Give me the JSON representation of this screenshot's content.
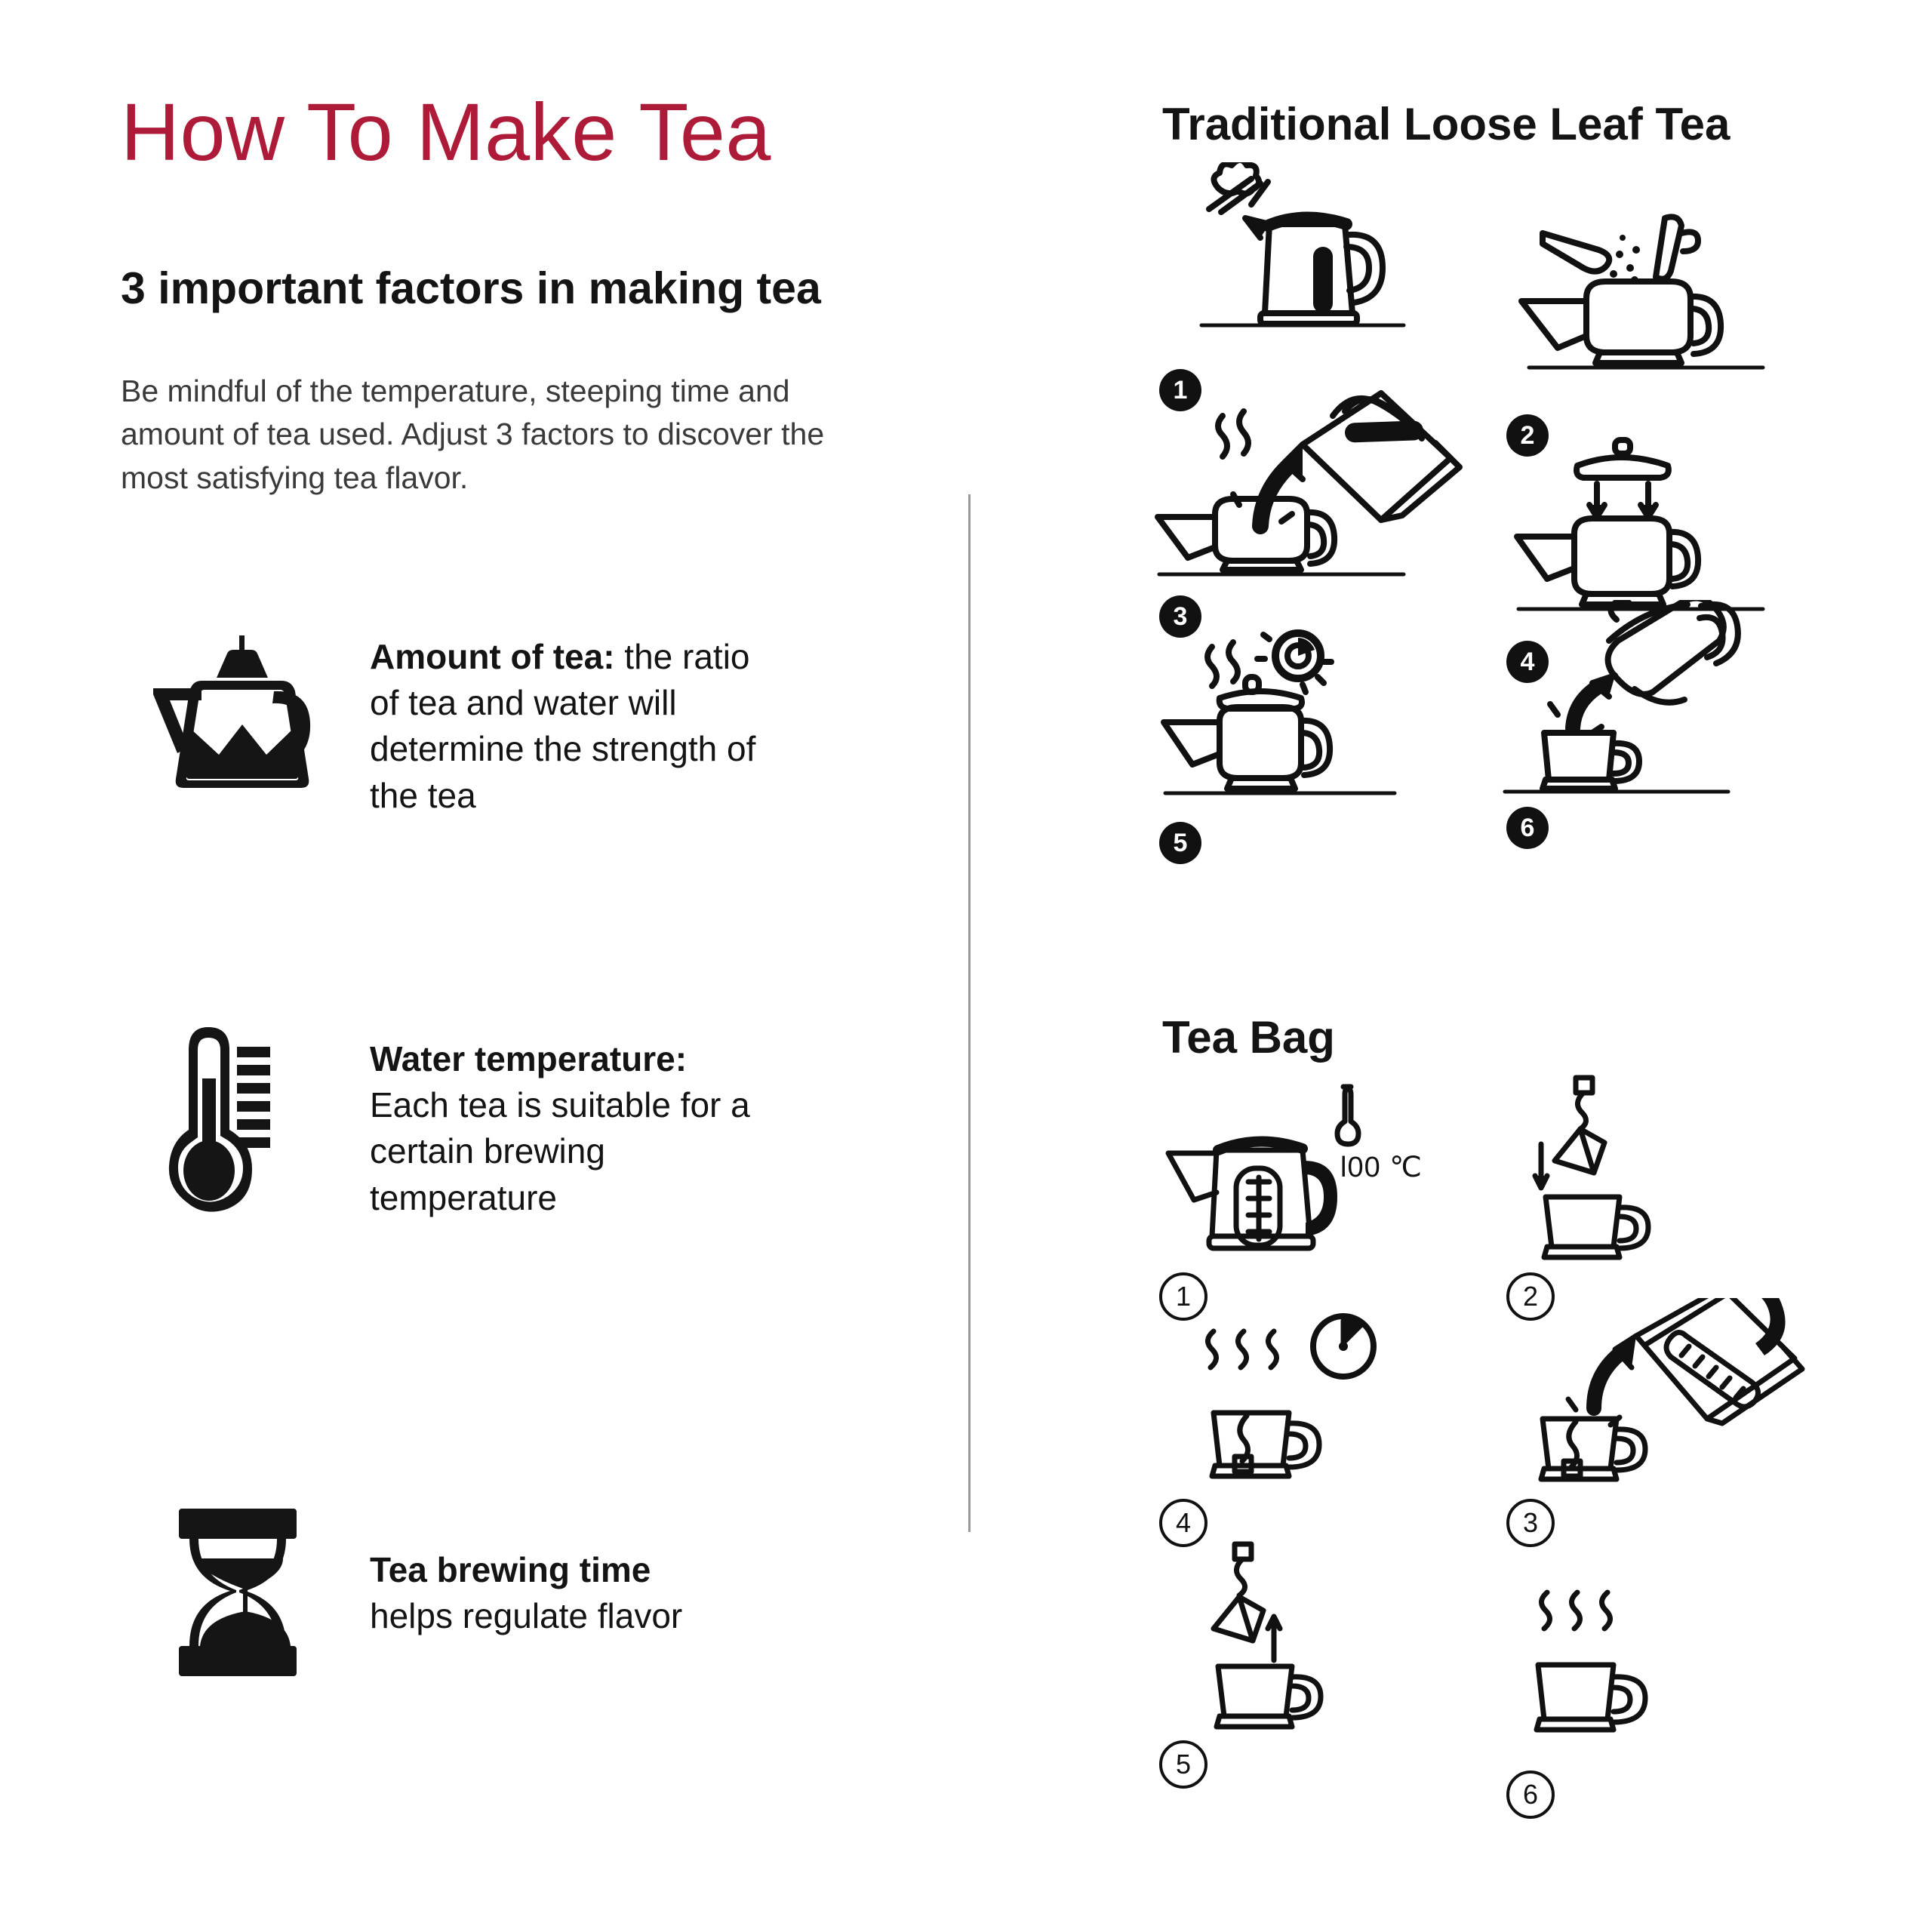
{
  "title": "How To Make Tea",
  "left": {
    "subtitle": "3 important factors in making tea",
    "intro": "Be mindful of the temperature, steeping time and amount of tea used. Adjust 3 factors to discover the most satisfying tea flavor.",
    "factors": [
      {
        "icon": "teapot-icon",
        "lead": "Amount of tea:",
        "body": " the ratio of tea and water will determine the strength of the tea"
      },
      {
        "icon": "thermometer-icon",
        "lead": "Water temperature:",
        "body": " Each tea is suitable for a certain brewing temperature"
      },
      {
        "icon": "hourglass-icon",
        "lead": "Tea brewing time",
        "body": " helps regulate flavor"
      }
    ]
  },
  "right": {
    "section_loose_title": "Traditional Loose Leaf Tea",
    "section_bag_title": "Tea Bag",
    "loose_steps": [
      {
        "n": "1",
        "icon": "electric-kettle-boiling-icon"
      },
      {
        "n": "2",
        "icon": "teapot-add-leaves-spoon-icon"
      },
      {
        "n": "3",
        "icon": "kettle-pouring-into-teapot-icon"
      },
      {
        "n": "4",
        "icon": "teapot-lid-closing-icon"
      },
      {
        "n": "5",
        "icon": "teapot-steeping-timer-icon"
      },
      {
        "n": "6",
        "icon": "teapot-pouring-into-mug-icon"
      }
    ],
    "bag_steps": [
      {
        "n": "1",
        "icon": "electric-kettle-temperature-icon",
        "label": "l00 ℃"
      },
      {
        "n": "2",
        "icon": "teabag-dropping-into-mug-icon"
      },
      {
        "n": "3",
        "icon": "kettle-pouring-into-mug-icon"
      },
      {
        "n": "4",
        "icon": "mug-steeping-timer-icon"
      },
      {
        "n": "5",
        "icon": "teabag-removed-from-mug-icon"
      },
      {
        "n": "6",
        "icon": "finished-steaming-mug-icon"
      }
    ]
  },
  "colors": {
    "title": "#AE1B38",
    "ink": "#111111",
    "divider": "#9a9a9a"
  }
}
